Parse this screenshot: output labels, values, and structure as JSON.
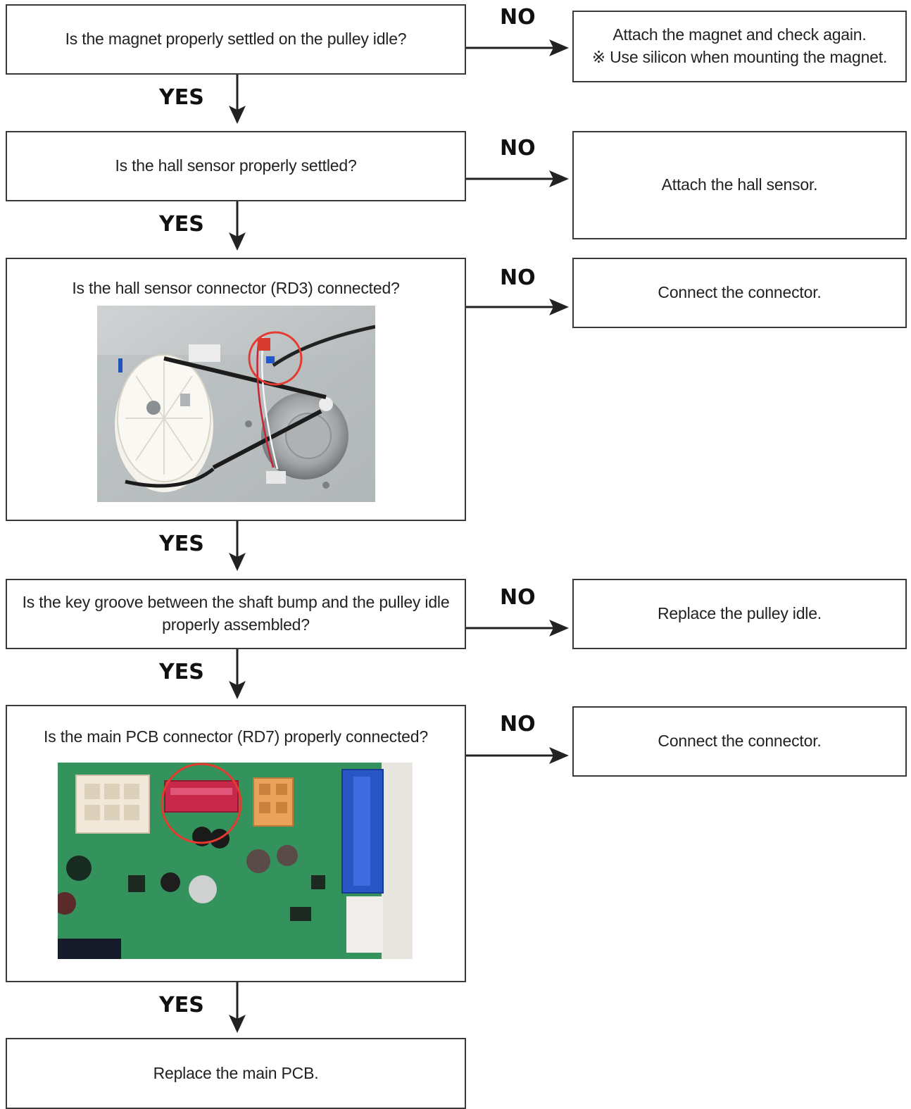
{
  "labels": {
    "yes": "YES",
    "no": "NO"
  },
  "questions": [
    {
      "text": "Is the magnet properly settled on the pulley idle?"
    },
    {
      "text": "Is the hall sensor properly settled?"
    },
    {
      "text": "Is the hall sensor connector (RD3) connected?"
    },
    {
      "line1": "Is the key groove between the shaft bump and the pulley idle",
      "line2": "properly assembled?"
    },
    {
      "text": "Is the main PCB connector (RD7) properly connected?"
    }
  ],
  "actions": [
    {
      "line1": "Attach the magnet and check again.",
      "line2": "※ Use silicon when mounting the magnet."
    },
    {
      "text": "Attach the hall sensor."
    },
    {
      "text": "Connect the connector."
    },
    {
      "text": "Replace the pulley idle."
    },
    {
      "text": "Connect the connector."
    }
  ],
  "final": {
    "text": "Replace the main PCB."
  },
  "colors": {
    "border": "#3a3a3a",
    "highlight_circle": "#e53a2f",
    "pcb_green": "#2e8b5a"
  }
}
